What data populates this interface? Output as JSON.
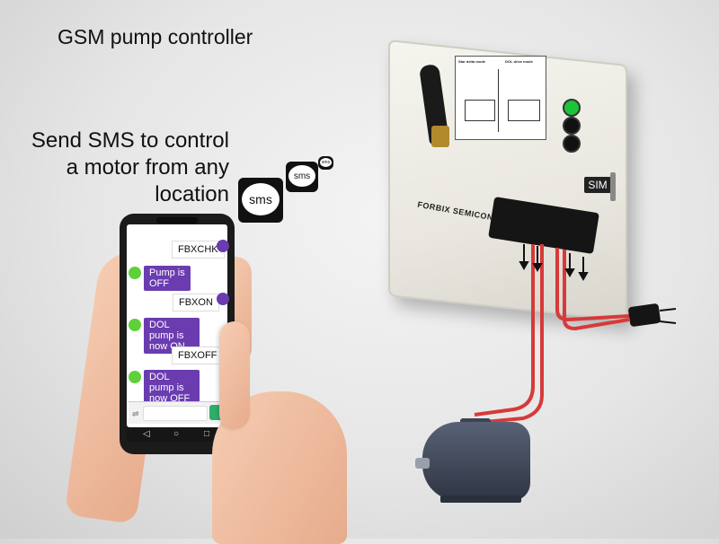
{
  "title": "GSM pump controller",
  "tagline": {
    "line1": "Send SMS to control",
    "line2": "a motor from any",
    "line3": "location"
  },
  "sms_icon_label": "sms",
  "phone": {
    "messages": [
      {
        "dir": "out",
        "text": "FBXCHK"
      },
      {
        "dir": "in",
        "text": "Pump is OFF"
      },
      {
        "dir": "out",
        "text": "FBXON"
      },
      {
        "dir": "in",
        "text": "DOL pump is now ON"
      },
      {
        "dir": "out",
        "text": "FBXOFF"
      },
      {
        "dir": "in",
        "text": "DOL pump is now OFF"
      }
    ],
    "nav": {
      "back": "◁",
      "home": "○",
      "recent": "□"
    }
  },
  "controller": {
    "brand": "FORBIX SEMICON",
    "sim_label": "SIM",
    "diagram_titles": [
      "Star delta mode",
      "DOL drive mode"
    ]
  },
  "colors": {
    "message_in": "#6a3cb0",
    "status_green": "#5ed13a",
    "cable": "#d63a3a",
    "motor": "#4a5366"
  },
  "icons": [
    "sms-bubble-icon",
    "power-icon",
    "phone-icon",
    "message-icon",
    "plug-icon"
  ]
}
